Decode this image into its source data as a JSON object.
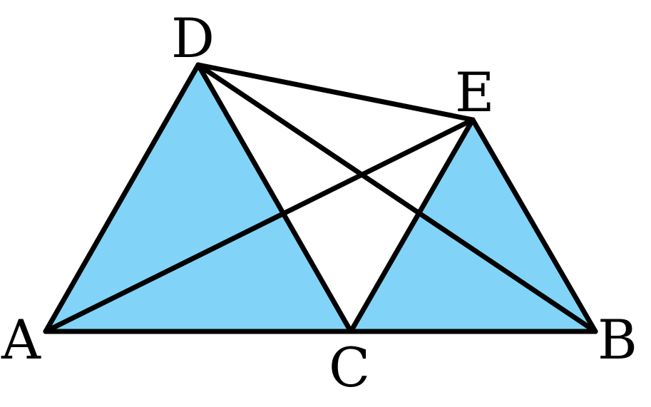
{
  "colors": {
    "fill": "#81d4f7",
    "stroke": "#000000",
    "background": "#ffffff"
  },
  "points": {
    "A": "A",
    "B": "B",
    "C": "C",
    "D": "D",
    "E": "E"
  }
}
